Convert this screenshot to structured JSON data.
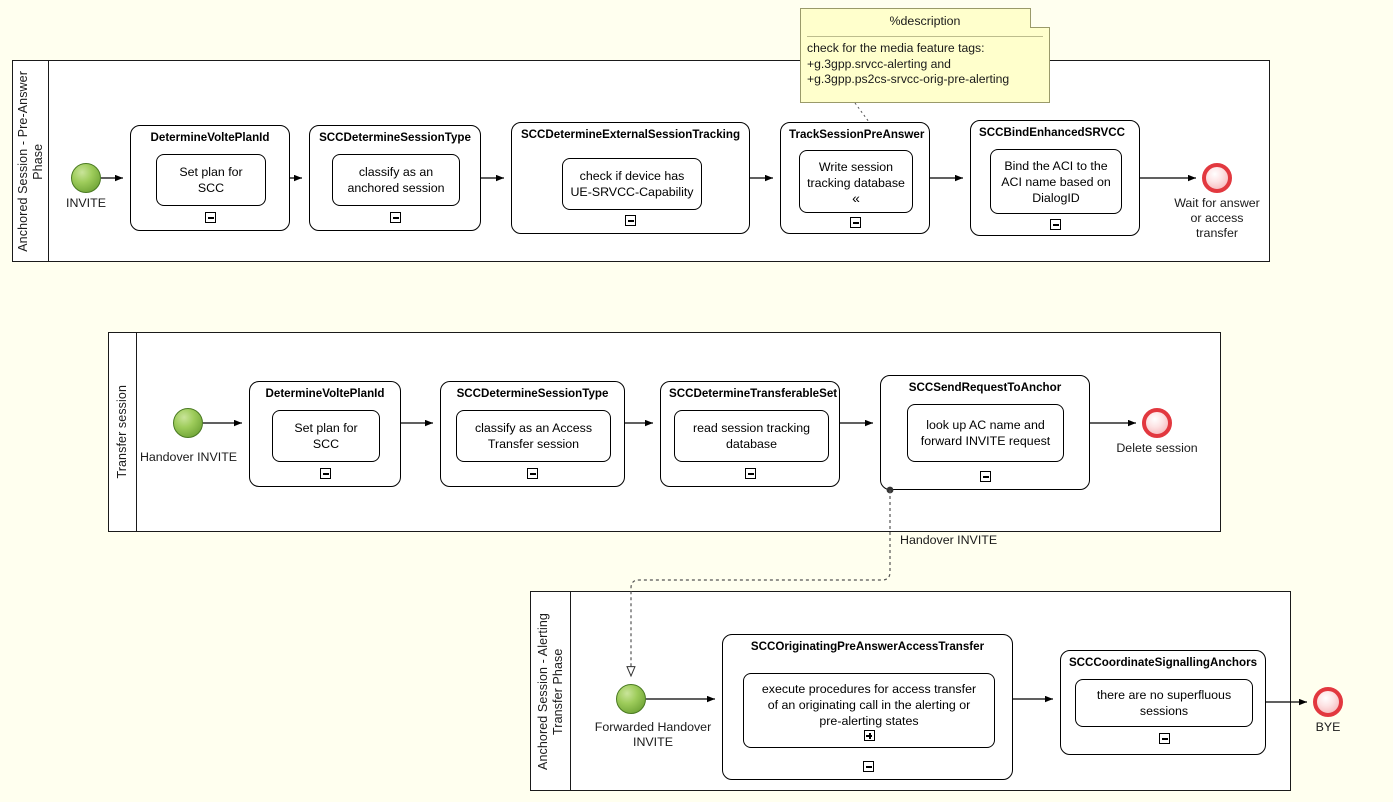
{
  "diagram": {
    "type": "bpmn-process-diagram",
    "background_color": "#ffffef",
    "start_event_color": "#9ecc5b",
    "end_event_color": "#e2383f",
    "note_color": "#ffffcc"
  },
  "note": {
    "title": "%description",
    "body": "check for the media feature tags:\n+g.3gpp.srvcc-alerting and\n+g.3gpp.ps2cs-srvcc-orig-pre-alerting"
  },
  "lanes": [
    {
      "id": "lane1",
      "label": "Anchored Session - Pre-Answer\nPhase",
      "start_event": {
        "label": "INVITE"
      },
      "end_event": {
        "label": "Wait for answer\nor access\ntransfer"
      },
      "tasks": [
        {
          "title": "DetermineVoltePlanId",
          "body": "Set plan for\nSCC",
          "marker": "minus",
          "inner_marker": null
        },
        {
          "title": "SCCDetermineSessionType",
          "body": "classify as an\nanchored session",
          "marker": "minus",
          "inner_marker": null
        },
        {
          "title": "SCCDetermineExternalSessionTracking",
          "body": "check if device has\nUE-SRVCC-Capability",
          "marker": "minus",
          "inner_marker": null
        },
        {
          "title": "TrackSessionPreAnswer",
          "body": "Write session\ntracking database",
          "chevron": "«",
          "marker": "minus",
          "inner_marker": null
        },
        {
          "title": "SCCBindEnhancedSRVCC",
          "body": "Bind the ACI to the\nACI name based on\nDialogID",
          "marker": "minus",
          "inner_marker": null
        }
      ]
    },
    {
      "id": "lane2",
      "label": "Transfer session",
      "start_event": {
        "label": "Handover INVITE"
      },
      "end_event": {
        "label": "Delete session"
      },
      "tasks": [
        {
          "title": "DetermineVoltePlanId",
          "body": "Set plan for\nSCC",
          "marker": "minus",
          "inner_marker": null
        },
        {
          "title": "SCCDetermineSessionType",
          "body": "classify as an Access\nTransfer session",
          "marker": "minus",
          "inner_marker": null
        },
        {
          "title": "SCCDetermineTransferableSet",
          "body": "read session tracking\ndatabase",
          "marker": "minus",
          "inner_marker": null
        },
        {
          "title": "SCCSendRequestToAnchor",
          "body": "look up AC name and\nforward INVITE request",
          "marker": "minus",
          "inner_marker": null
        }
      ]
    },
    {
      "id": "lane3",
      "label": "Anchored Session - Alerting\nTransfer Phase",
      "start_event": {
        "label": "Forwarded Handover\nINVITE"
      },
      "end_event": {
        "label": "BYE"
      },
      "tasks": [
        {
          "title": "SCCOriginatingPreAnswerAccessTransfer",
          "body": "execute procedures for access transfer\nof an originating call in the alerting or\npre-alerting states",
          "marker": "minus",
          "inner_marker": "plus"
        },
        {
          "title": "SCCCoordinateSignallingAnchors",
          "body": "there are no superfluous\nsessions",
          "marker": "minus",
          "inner_marker": null
        }
      ]
    }
  ],
  "message_flow": {
    "label": "Handover INVITE"
  }
}
